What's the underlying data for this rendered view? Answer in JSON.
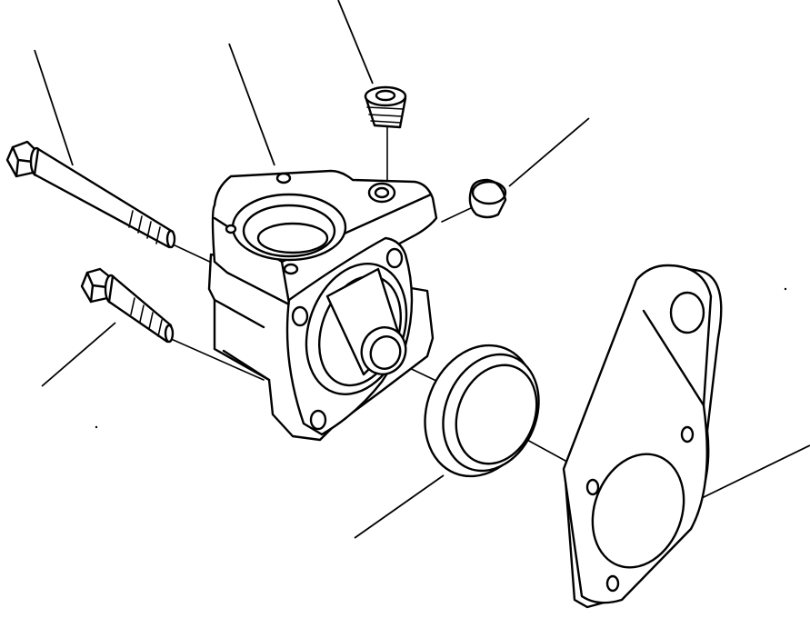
{
  "diagram": {
    "type": "exploded-parts-view",
    "colors": {
      "line": "#000000",
      "background": "#ffffff"
    },
    "parts": [
      {
        "id": "long-bolt",
        "icon": "flange-bolt-icon"
      },
      {
        "id": "housing",
        "icon": "pump-housing-icon"
      },
      {
        "id": "plug",
        "icon": "plug-icon"
      },
      {
        "id": "cap",
        "icon": "cap-plug-icon"
      },
      {
        "id": "short-bolt",
        "icon": "flange-bolt-icon"
      },
      {
        "id": "oil-seal",
        "icon": "seal-ring-icon"
      },
      {
        "id": "gasket",
        "icon": "gasket-plate-icon"
      }
    ],
    "leader_count": 7
  }
}
